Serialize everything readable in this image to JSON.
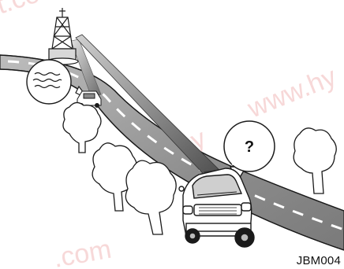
{
  "figure": {
    "speech_bubble_symbol": "?",
    "code": "JBM004",
    "watermarks": [
      "t.co",
      "www.hy",
      "w.hy",
      ".com"
    ]
  },
  "colors": {
    "background": "#ffffff",
    "road": "#9a9a9a",
    "road_shadow": "#6f6f6f",
    "outline": "#1a1a1a",
    "tree_fill": "#ffffff",
    "signal_beam": "#5c5c5c",
    "watermark": "#f0b8b8"
  },
  "icons": [
    "broadcast-tower-icon",
    "radio-waves-icon",
    "car-icon",
    "tree-icon",
    "question-bubble-icon"
  ]
}
